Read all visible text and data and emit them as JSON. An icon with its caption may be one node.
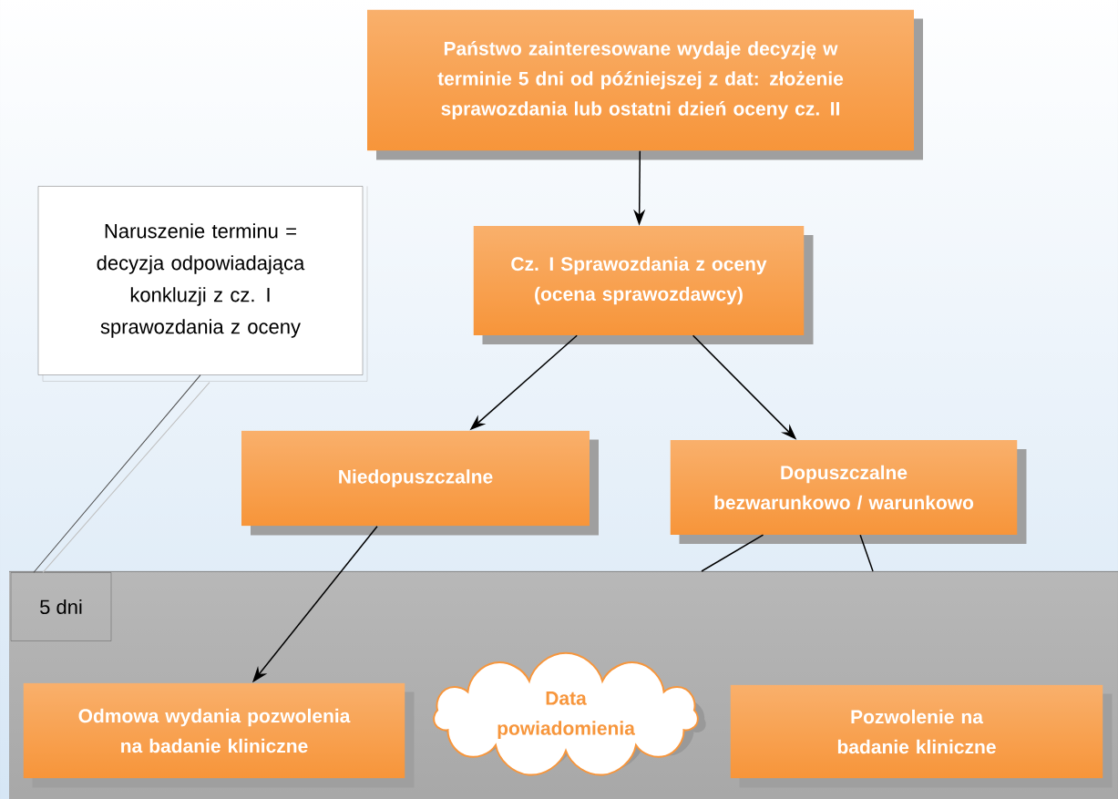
{
  "diagram": {
    "nodes": [
      {
        "text": [
          "Państwo zainteresowane wydaje decyzję w terminie 5 dni od późniejszej z dat: złożenie sprawozdania lub ostatni dzień oceny cz. II"
        ]
      },
      {
        "text": [
          "Cz. I Sprawozdania z oceny (ocena sprawozdawcy)"
        ]
      },
      {
        "text": [
          "Naruszenie terminu = decyzja odpowiadająca konkluzji z cz. I sprawozdania z oceny"
        ]
      },
      {
        "text": [
          "Niedopuszczalne"
        ]
      },
      {
        "text": [
          "Dopuszczalne bezwarunkowo / warunkowo"
        ]
      },
      {
        "text": [
          "5 dni"
        ]
      },
      {
        "text": [
          "Odmowa wydania pozwolenia na badanie kliniczne"
        ]
      },
      {
        "text": [
          "Data powiadomienia"
        ]
      },
      {
        "text": [
          "Pozwolenie na badanie kliniczne"
        ]
      }
    ],
    "edges": [
      {
        "from": 0,
        "to": 1,
        "arrow": "to"
      },
      {
        "from": 1,
        "to": 3,
        "arrow": "to"
      },
      {
        "from": 1,
        "to": 4,
        "arrow": "to"
      },
      {
        "from": 3,
        "to": 6,
        "arrow": "to"
      },
      {
        "from": 2,
        "to": 5,
        "arrow": "none"
      },
      {
        "from": 4,
        "to": null,
        "arrow": "none"
      },
      {
        "from": 4,
        "to": null,
        "arrow": "none"
      }
    ]
  }
}
